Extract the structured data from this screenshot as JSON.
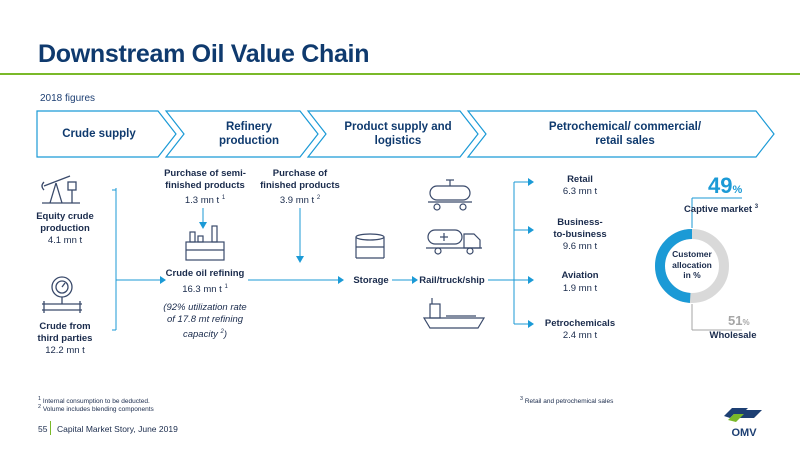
{
  "header": {
    "title": "Downstream Oil Value Chain",
    "subtitle": "2018 figures"
  },
  "chevrons": [
    {
      "label": "Crude supply"
    },
    {
      "label": "Refinery\nproduction"
    },
    {
      "label": "Product supply and\nlogistics"
    },
    {
      "label": "Petrochemical/ commercial/\nretail sales"
    }
  ],
  "supply": {
    "equity_title": "Equity crude\nproduction",
    "equity_value": "4.1 mn t",
    "third_title": "Crude from\nthird parties",
    "third_value": "12.2 mn t"
  },
  "purchases": {
    "semi_title": "Purchase of semi-\nfinished products",
    "semi_value": "1.3 mn t",
    "semi_sup": "1",
    "finished_title": "Purchase of\nfinished products",
    "finished_value": "3.9 mn t",
    "finished_sup": "2"
  },
  "refining": {
    "title": "Crude oil refining",
    "value": "16.3 mn t",
    "value_sup": "1",
    "note": "(92% utilization rate\nof 17.8 mt refining\ncapacity",
    "note_sup": "2",
    "note_end": ")"
  },
  "logistics": {
    "storage": "Storage",
    "transport": "Rail/truck/ship"
  },
  "sales": [
    {
      "title": "Retail",
      "value": "6.3 mn t"
    },
    {
      "title": "Business-\nto-business",
      "value": "9.6 mn t"
    },
    {
      "title": "Aviation",
      "value": "1.9 mn t"
    },
    {
      "title": "Petrochemicals",
      "value": "2.4 mn t"
    }
  ],
  "allocation": {
    "captive_pct": "49",
    "captive_pct_unit": "%",
    "captive_label": "Captive market",
    "captive_sup": "3",
    "center_label": "Customer\nallocation\nin %",
    "wholesale_pct": "51",
    "wholesale_pct_unit": "%",
    "wholesale_label": "Wholesale",
    "captive_share": 0.49,
    "colors": {
      "captive": "#1b9ad6",
      "wholesale": "#d9d9d9"
    }
  },
  "footnotes": {
    "fn1": "Internal consumption to be deducted.",
    "fn1_num": "1",
    "fn2": "Volume includes blending components",
    "fn2_num": "2",
    "fn3": "Retail and petrochemical sales",
    "fn3_num": "3"
  },
  "footer": {
    "page": "55",
    "text": "Capital Market Story, June 2019",
    "logo_text": "OMV"
  },
  "colors": {
    "title": "#0f3a6e",
    "accent_green": "#7ab929",
    "accent_blue": "#1b9ad6",
    "icon_stroke": "#3a4a6b"
  }
}
